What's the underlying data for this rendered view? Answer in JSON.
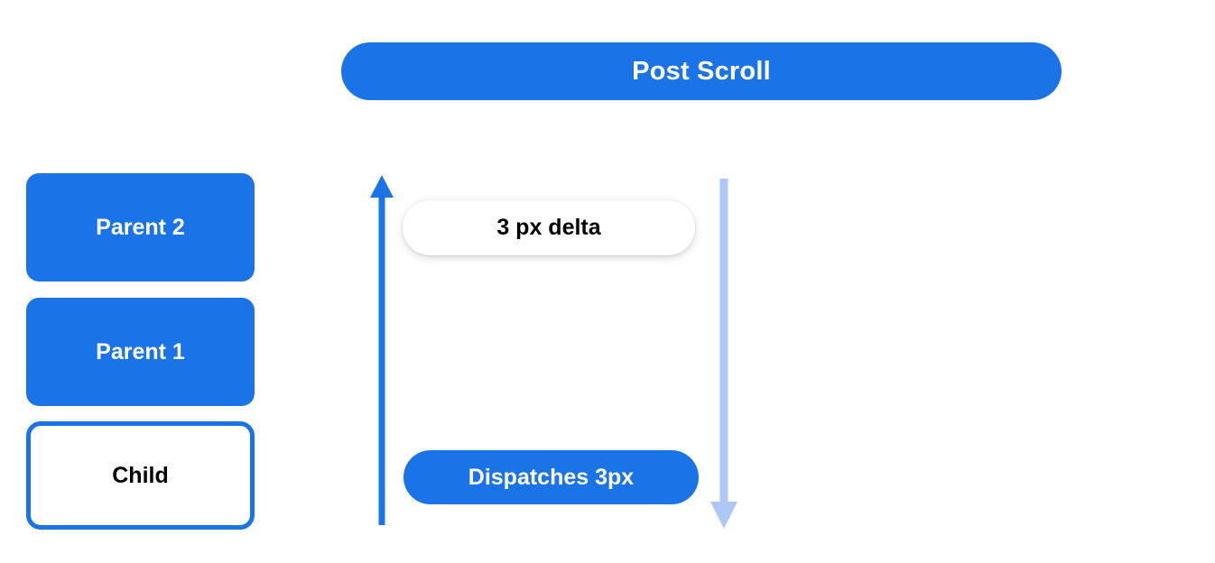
{
  "banner": {
    "title": "Post Scroll"
  },
  "nodes": [
    {
      "id": "parent2",
      "label": "Parent 2",
      "style": "filled"
    },
    {
      "id": "parent1",
      "label": "Parent 1",
      "style": "filled"
    },
    {
      "id": "child",
      "label": "Child",
      "style": "outlined"
    }
  ],
  "pills": {
    "delta": "3 px delta",
    "dispatch": "Dispatches 3px"
  },
  "arrows": {
    "up": {
      "name": "scroll-up-arrow",
      "direction": "up",
      "color": "#1b73e8"
    },
    "down": {
      "name": "scroll-down-arrow",
      "direction": "down",
      "color": "#aec8f5"
    }
  },
  "colors": {
    "primary_blue": "#1b73e8",
    "light_blue": "#aec8f5",
    "background": "#ffffff",
    "text_dark": "#000000",
    "text_light": "#ffffff"
  }
}
